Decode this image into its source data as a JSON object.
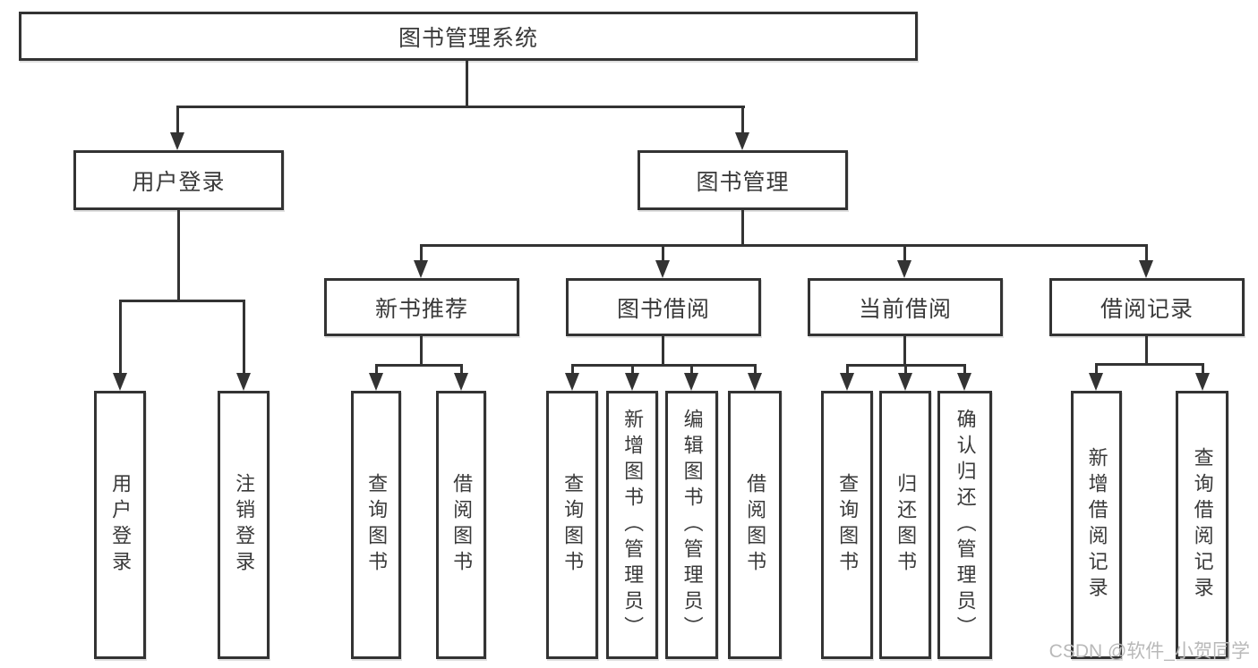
{
  "tree": {
    "root": {
      "label": "图书管理系统"
    },
    "level2": [
      {
        "label": "用户登录"
      },
      {
        "label": "图书管理"
      }
    ],
    "level3": [
      {
        "label": "新书推荐"
      },
      {
        "label": "图书借阅"
      },
      {
        "label": "当前借阅"
      },
      {
        "label": "借阅记录"
      }
    ],
    "leaves": [
      {
        "label": "用户登录"
      },
      {
        "label": "注销登录"
      },
      {
        "label": "查询图书"
      },
      {
        "label": "借阅图书"
      },
      {
        "label": "查询图书"
      },
      {
        "label": "新增图书（管理员）"
      },
      {
        "label": "编辑图书（管理员）"
      },
      {
        "label": "借阅图书"
      },
      {
        "label": "查询图书"
      },
      {
        "label": "归还图书"
      },
      {
        "label": "确认归还（管理员）"
      },
      {
        "label": "新增借阅记录"
      },
      {
        "label": "查询借阅记录"
      }
    ]
  },
  "watermark": {
    "text": "CSDN @软件_小贺同学"
  },
  "colors": {
    "background": "#ffffff",
    "line": "#333333",
    "text": "#3a3a3a",
    "watermark": "#b9b9b9"
  }
}
